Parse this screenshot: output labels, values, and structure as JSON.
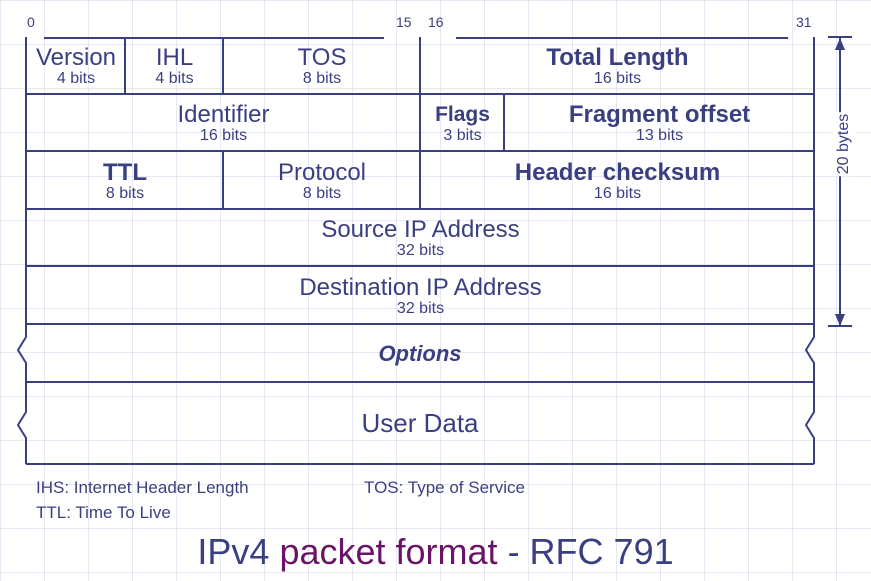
{
  "bit_labels": {
    "b0": "0",
    "b15": "15",
    "b16": "16",
    "b31": "31"
  },
  "fields": {
    "version": {
      "name": "Version",
      "bits": "4 bits"
    },
    "ihl": {
      "name": "IHL",
      "bits": "4 bits"
    },
    "tos": {
      "name": "TOS",
      "bits": "8 bits"
    },
    "total_length": {
      "name": "Total Length",
      "bits": "16 bits"
    },
    "identifier": {
      "name": "Identifier",
      "bits": "16 bits"
    },
    "flags": {
      "name": "Flags",
      "bits": "3 bits"
    },
    "fragment": {
      "name": "Fragment offset",
      "bits": "13 bits"
    },
    "ttl": {
      "name": "TTL",
      "bits": "8 bits"
    },
    "protocol": {
      "name": "Protocol",
      "bits": "8 bits"
    },
    "checksum": {
      "name": "Header checksum",
      "bits": "16 bits"
    },
    "source": {
      "name": "Source IP Address",
      "bits": "32 bits"
    },
    "destination": {
      "name": "Destination IP Address",
      "bits": "32 bits"
    },
    "options": {
      "name": "Options"
    },
    "user_data": {
      "name": "User Data"
    }
  },
  "header_size": "20 bytes",
  "legend": {
    "ihs": "IHS: Internet Header Length",
    "tos": "TOS: Type of Service",
    "ttl": "TTL: Time To Live"
  },
  "title": {
    "part1": "IPv4",
    "part2": "packet format",
    "part3": "- RFC 791"
  },
  "colors": {
    "ink": "#3a3f7f",
    "accent": "#6b1467"
  }
}
